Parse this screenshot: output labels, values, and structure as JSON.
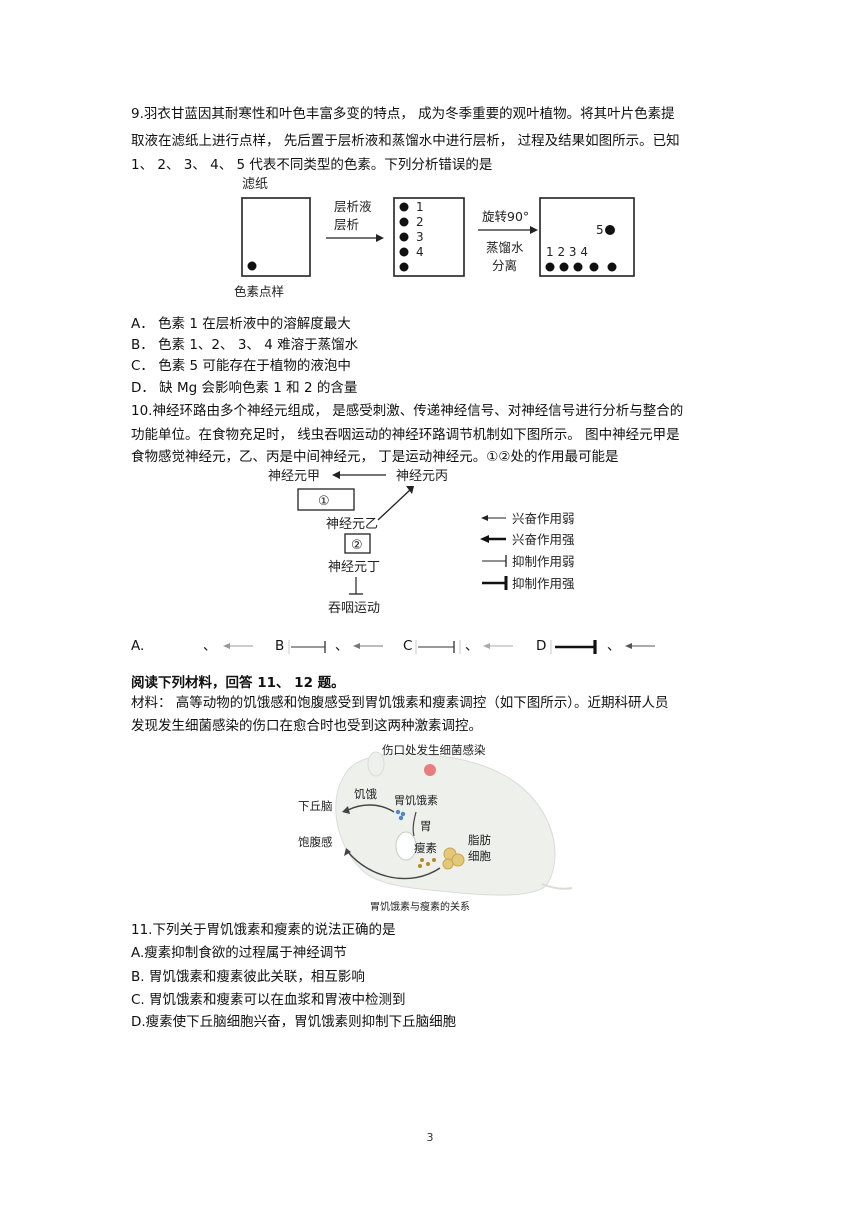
{
  "q9": {
    "lines": [
      "9.羽衣甘蓝因其耐寒性和叶色丰富多变的特点， 成为冬季重要的观叶植物。将其叶片色素提",
      "取液在滤纸上进行点样， 先后置于层析液和蒸馏水中进行层析， 过程及结果如图所示。已知",
      "1、 2、 3、 4、 5 代表不同类型的色素。下列分析错误的是"
    ],
    "figure": {
      "filter_label": "滤纸",
      "spot_label": "色素点样",
      "step1_line1": "层析液",
      "step1_line2": "层析",
      "step2_line1": "旋转90°",
      "step2_line2": "蒸馏水",
      "step2_line3": "分离",
      "spot_numbers": [
        "1",
        "2",
        "3",
        "4"
      ],
      "bottom_numbers": "1 2 3 4",
      "five": "5"
    },
    "options": [
      "A． 色素 1 在层析液中的溶解度最大",
      "B． 色素 1、2、 3、 4 难溶于蒸馏水",
      "C． 色素 5 可能存在于植物的液泡中",
      "D． 缺 Mg 会影响色素 1 和 2  的含量"
    ]
  },
  "q10": {
    "lines": [
      "10.神经环路由多个神经元组成， 是感受刺激、传递神经信号、对神经信号进行分析与整合的",
      "功能单位。在食物充足时， 线虫吞咽运动的神经环路调节机制如下图所示。 图中神经元甲是",
      "食物感觉神经元，乙、丙是中间神经元， 丁是运动神经元。①②处的作用最可能是"
    ],
    "figure": {
      "neuron_a": "神经元甲",
      "neuron_c": "神经元丙",
      "box1": "①",
      "neuron_b": "神经元乙",
      "box2": "②",
      "neuron_d": "神经元丁",
      "swallow": "吞咽运动",
      "legend": [
        "兴奋作用弱",
        "兴奋作用强",
        "抑制作用弱",
        "抑制作用强"
      ]
    },
    "options": {
      "a": "A.",
      "b": "B",
      "c": "C",
      "d": "D",
      "sep": "、"
    }
  },
  "reading": {
    "header": "阅读下列材料，回答 11、 12 题。",
    "material": [
      "材料： 高等动物的饥饿感和饱腹感受到胃饥饿素和瘦素调控（如下图所示）。近期科研人员",
      "发现发生细菌感染的伤口在愈合时也受到这两种激素调控。"
    ],
    "figure": {
      "wound": "伤口处发生细菌感染",
      "hypothalamus": "下丘脑",
      "hunger": "饥饿",
      "ghrelin": "胃饥饿素",
      "stomach": "胃",
      "satiety": "饱腹感",
      "leptin": "瘦素",
      "fat1": "脂肪",
      "fat2": "细胞",
      "caption": "胃饥饿素与瘦素的关系"
    }
  },
  "q11": {
    "stem": "11.下列关于胃饥饿素和瘦素的说法正确的是",
    "options": [
      "A.瘦素抑制食欲的过程属于神经调节",
      "B. 胃饥饿素和瘦素彼此关联，相互影响",
      "C. 胃饥饿素和瘦素可以在血浆和胃液中检测到",
      "D.瘦素使下丘脑细胞兴奋，胃饥饿素则抑制下丘脑细胞"
    ]
  },
  "page_number": "3",
  "colors": {
    "text": "#111111",
    "arrow_light": "#999999",
    "mouse": "#eef0ec",
    "fat": "#e3c77a",
    "ghrelin_dots": "#4f86c6",
    "wound": "#e8696b"
  }
}
